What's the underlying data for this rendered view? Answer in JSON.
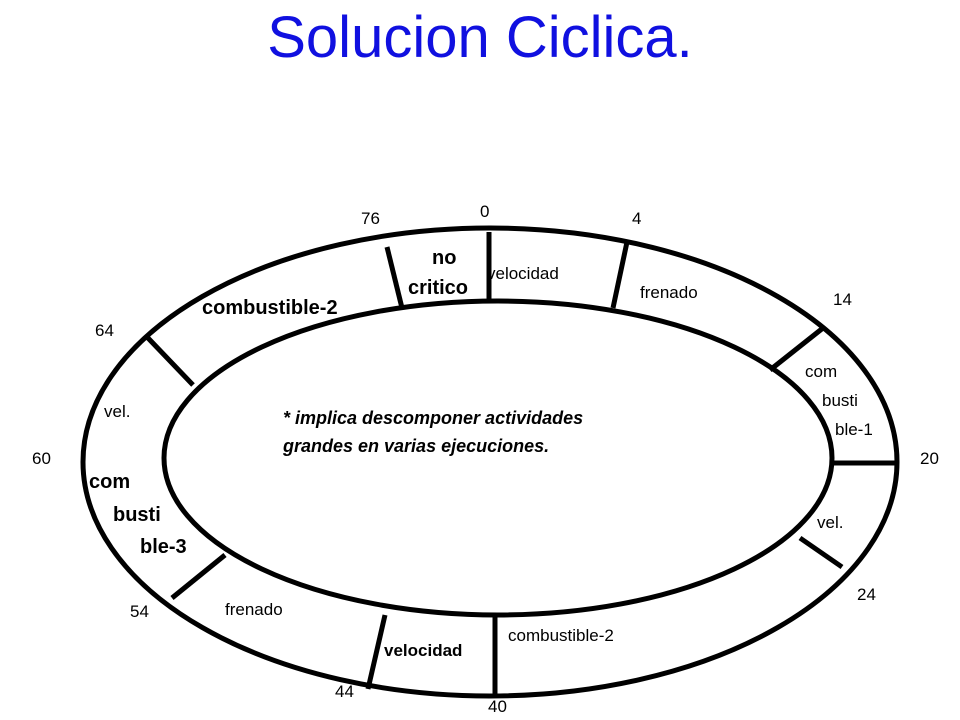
{
  "title": "Solucion Ciclica.",
  "colors": {
    "title": "#1010e0",
    "line": "#000000"
  },
  "ticks": [
    "0",
    "4",
    "14",
    "20",
    "24",
    "40",
    "44",
    "54",
    "60",
    "64",
    "76"
  ],
  "segments": {
    "no_critico": [
      "no",
      "critico"
    ],
    "velocidad_top": "velocidad",
    "frenado_top": "frenado",
    "combustible_1": [
      "com",
      "busti",
      "ble-1"
    ],
    "vel_right": "vel.",
    "combustible_2_bottom": "combustible-2",
    "velocidad_bottom": "velocidad",
    "frenado_bottom": "frenado",
    "combustible_3": [
      "com",
      "busti",
      "ble-3"
    ],
    "vel_left": "vel.",
    "combustible_2_top": "combustible-2"
  },
  "note": [
    "* implica descomponer actividades",
    "grandes en varias ejecuciones."
  ]
}
